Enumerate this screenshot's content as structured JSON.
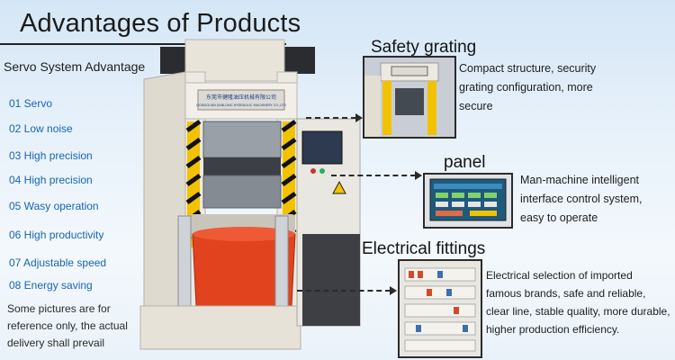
{
  "title": "Advantages of Products",
  "subtitle": "Servo System Advantage",
  "features": [
    "01 Servo",
    "02 Low noise",
    "03 High precision",
    "04 High precision",
    "05 Wasy operation",
    "06 High productivity",
    "07  Adjustable speed",
    "08 Energy saving"
  ],
  "note": "Some pictures are for reference only, the actual delivery shall prevail",
  "machine_plate": {
    "chinese": "东莞市健隆油压机械有限公司",
    "english": "DONGGUAN JIANLONG HYDRAULIC MACHINERY CO.,LTD"
  },
  "callouts": {
    "safety": {
      "title": "Safety grating",
      "body": "Compact structure, security grating configuration, more secure"
    },
    "panel": {
      "title": "panel",
      "body": "Man-machine intelligent interface control system, easy to operate"
    },
    "electrical": {
      "title": "Electrical fittings",
      "body": "Electrical selection of imported famous brands, safe and reliable, clear line, stable quality, more durable, higher production efficiency."
    }
  },
  "colors": {
    "feature_text": "#1665b8",
    "machine_body": "#ece9df",
    "cylinder": "#e2431f",
    "cabinet": "#3d3f44",
    "hazard_yellow": "#f2c200"
  }
}
